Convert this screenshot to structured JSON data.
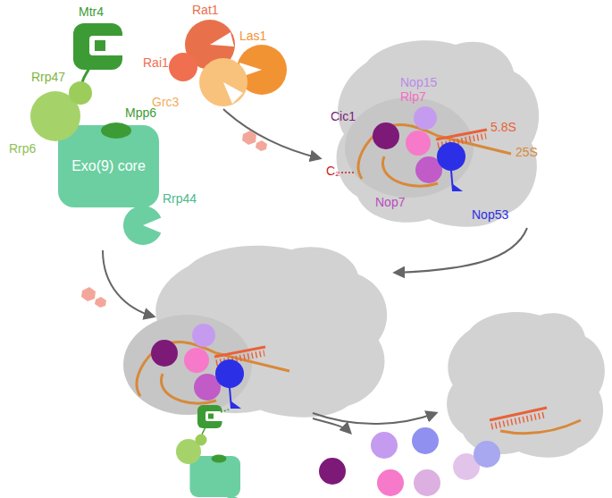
{
  "diagram": {
    "nodes": [
      {
        "text": [
          "Exo(9) core"
        ]
      }
    ],
    "labels": [
      "Mtr4",
      "Rrp47",
      "Rrp6",
      "Mpp6",
      "Rrp44",
      "Rat1",
      "Las1",
      "Rai1",
      "Grc3",
      "Nop15",
      "Rlp7",
      "Cic1",
      "5.8S",
      "25S",
      "C₂",
      "Nop7",
      "Nop53"
    ]
  }
}
